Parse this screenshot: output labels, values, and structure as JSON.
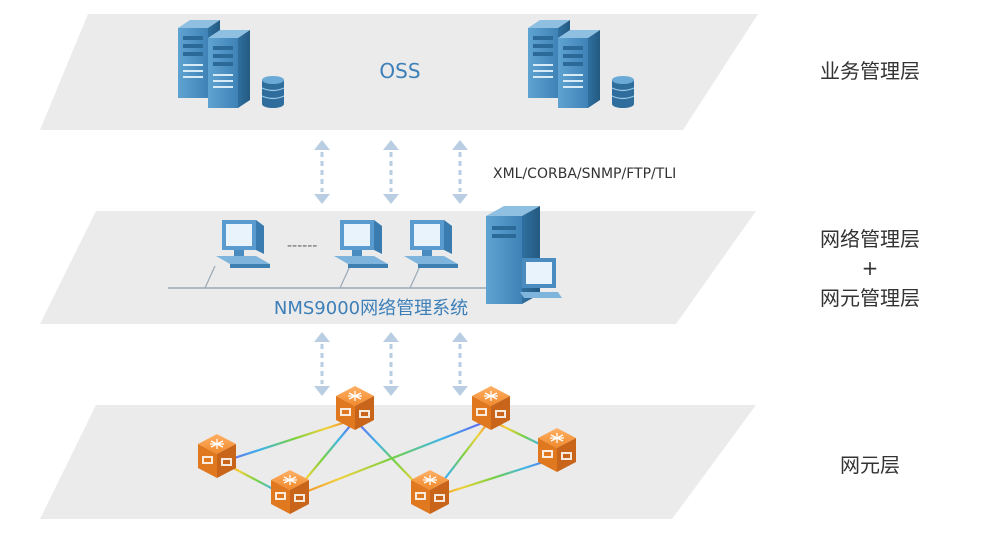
{
  "layers": {
    "business": {
      "name": "业务管理层",
      "center_label": "OSS"
    },
    "network_mgmt": {
      "name_line1": "网络管理层",
      "name_plus": "+",
      "name_line2": "网元管理层",
      "system_label": "NMS9000网络管理系统",
      "dashes": "------"
    },
    "element": {
      "name": "网元层"
    }
  },
  "protocols": "XML/CORBA/SNMP/FTP/TLI",
  "colors": {
    "plane": "#ebebeb",
    "arrow": "#b9cde3",
    "accent_blue": "#3d7fb8",
    "text_dark": "#333333",
    "node_orange": "#f08a2c",
    "server_blue": "#4f93c3"
  },
  "icons": {
    "server": "server-rack-icon",
    "database": "database-cylinder-icon",
    "workstation": "desktop-computer-icon",
    "tower": "tower-pc-icon",
    "router": "network-router-icon"
  }
}
